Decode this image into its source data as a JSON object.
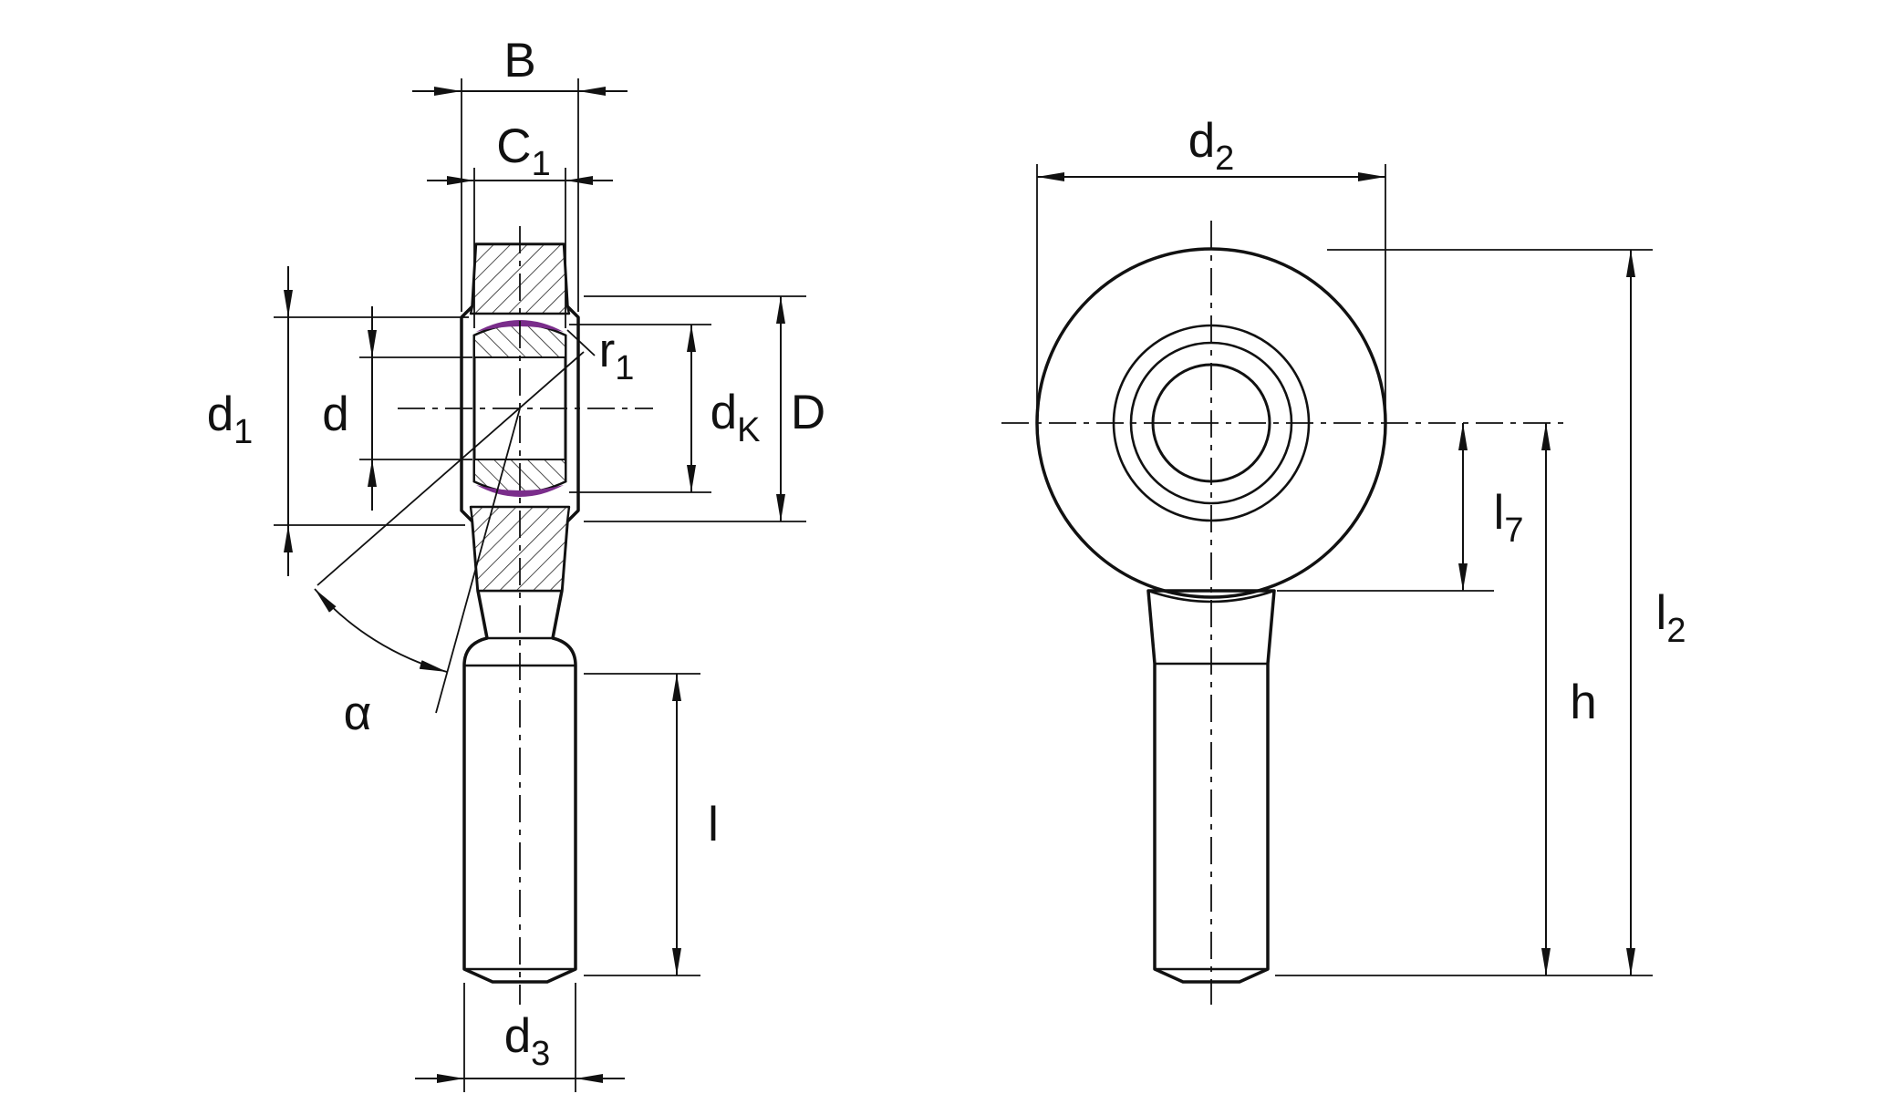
{
  "figure": {
    "background": "#ffffff",
    "line_color": "#111111",
    "seal_color": "#7a2d8b"
  },
  "views": {
    "side": {
      "labels": {
        "B": {
          "main": "B",
          "sub": ""
        },
        "C1": {
          "main": "C",
          "sub": "1"
        },
        "d1": {
          "main": "d",
          "sub": "1"
        },
        "d": {
          "main": "d",
          "sub": ""
        },
        "r1": {
          "main": "r",
          "sub": "1"
        },
        "dK": {
          "main": "d",
          "sub": "K"
        },
        "D": {
          "main": "D",
          "sub": ""
        },
        "alpha": {
          "main": "α",
          "sub": ""
        },
        "l": {
          "main": "l",
          "sub": ""
        },
        "d3": {
          "main": "d",
          "sub": "3"
        }
      }
    },
    "front": {
      "labels": {
        "d2": {
          "main": "d",
          "sub": "2"
        },
        "l7": {
          "main": "l",
          "sub": "7"
        },
        "h": {
          "main": "h",
          "sub": ""
        },
        "l2": {
          "main": "l",
          "sub": "2"
        }
      }
    }
  }
}
